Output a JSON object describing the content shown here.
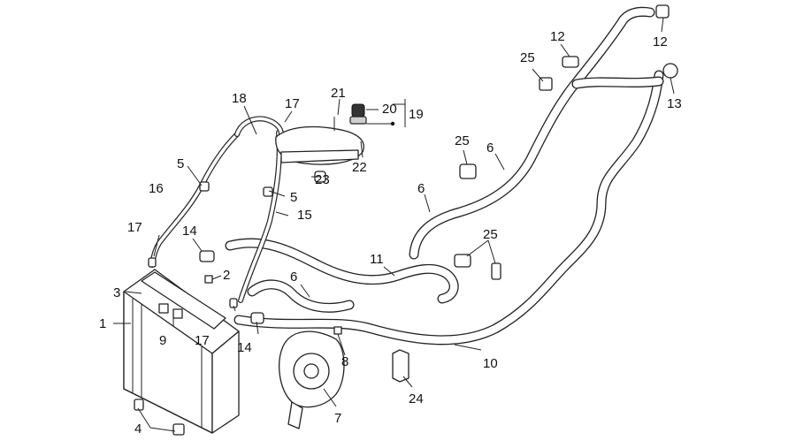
{
  "callouts": {
    "c1": "1",
    "c2": "2",
    "c3": "3",
    "c4": "4",
    "c5a": "5",
    "c5b": "5",
    "c6a": "6",
    "c6b": "6",
    "c6c": "6",
    "c7": "7",
    "c8": "8",
    "c9": "9",
    "c10": "10",
    "c11": "11",
    "c12a": "12",
    "c12b": "12",
    "c13": "13",
    "c14a": "14",
    "c14b": "14",
    "c15": "15",
    "c16": "16",
    "c17a": "17",
    "c17b": "17",
    "c17c": "17",
    "c18": "18",
    "c19": "19",
    "c20": "20",
    "c21": "21",
    "c22": "22",
    "c23": "23",
    "c24": "24",
    "c25a": "25",
    "c25b": "25",
    "c25c": "25"
  },
  "colors": {
    "line": "#222222",
    "background": "#ffffff"
  }
}
